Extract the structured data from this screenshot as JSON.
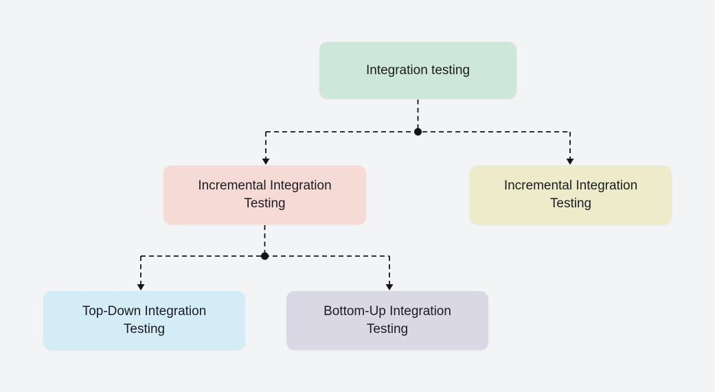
{
  "diagram": {
    "nodes": {
      "root": {
        "label": "Integration testing",
        "color": "#cde8db"
      },
      "left_child": {
        "label": "Incremental Integration Testing",
        "color": "#f6dad5"
      },
      "right_child": {
        "label": "Incremental Integration Testing",
        "color": "#eeebca"
      },
      "left_grandchild": {
        "label": "Top-Down Integration Testing",
        "color": "#d3ecf6"
      },
      "right_grandchild": {
        "label": "Bottom-Up Integration Testing",
        "color": "#dbd8e6"
      }
    },
    "colors": {
      "background": "#f3f4f6",
      "connector": "#141414",
      "text": "#1a1c20"
    }
  }
}
